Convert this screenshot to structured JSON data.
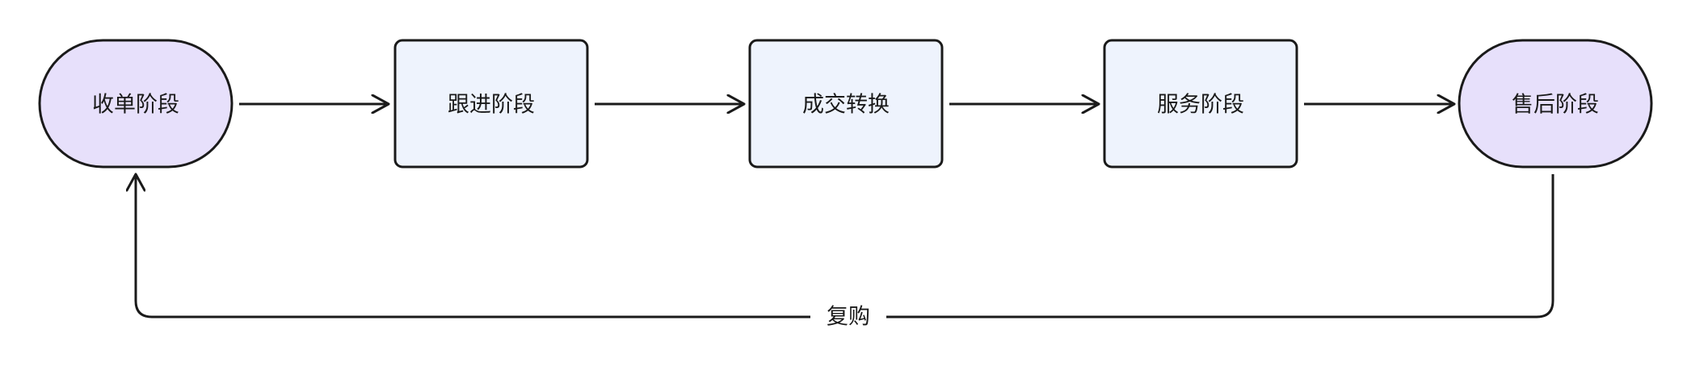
{
  "diagram": {
    "nodes": [
      {
        "id": "n1",
        "label": "收单阶段",
        "shape": "stadium",
        "fill": "#E7E0FB"
      },
      {
        "id": "n2",
        "label": "跟进阶段",
        "shape": "rounded-rect",
        "fill": "#EEF3FD"
      },
      {
        "id": "n3",
        "label": "成交转换",
        "shape": "rounded-rect",
        "fill": "#EEF3FD"
      },
      {
        "id": "n4",
        "label": "服务阶段",
        "shape": "rounded-rect",
        "fill": "#EEF3FD"
      },
      {
        "id": "n5",
        "label": "售后阶段",
        "shape": "stadium",
        "fill": "#E7E0FB"
      }
    ],
    "edges": [
      {
        "from": "n1",
        "to": "n2",
        "label": ""
      },
      {
        "from": "n2",
        "to": "n3",
        "label": ""
      },
      {
        "from": "n3",
        "to": "n4",
        "label": ""
      },
      {
        "from": "n4",
        "to": "n5",
        "label": ""
      },
      {
        "from": "n5",
        "to": "n1",
        "label": "复购"
      }
    ],
    "colors": {
      "stroke": "#1A1A1A",
      "stadium_fill": "#E7E0FB",
      "box_fill": "#EEF3FD",
      "background": "#FFFFFF"
    }
  }
}
